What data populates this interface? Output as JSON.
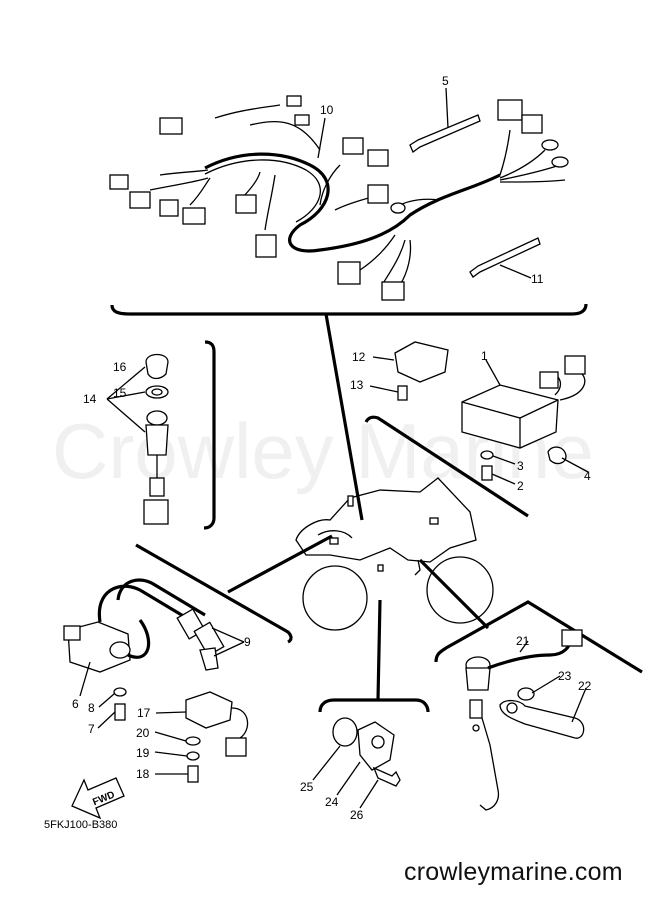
{
  "watermark": "Crowley Marine",
  "diagram_code": "5FKJ100-B380",
  "footer_site": "crowleymarine.com",
  "fwd_label": "FWD",
  "callouts": [
    "1",
    "2",
    "3",
    "4",
    "5",
    "6",
    "7",
    "8",
    "9",
    "10",
    "11",
    "12",
    "13",
    "14",
    "15",
    "16",
    "17",
    "18",
    "19",
    "20",
    "21",
    "22",
    "23",
    "24",
    "25",
    "26"
  ]
}
